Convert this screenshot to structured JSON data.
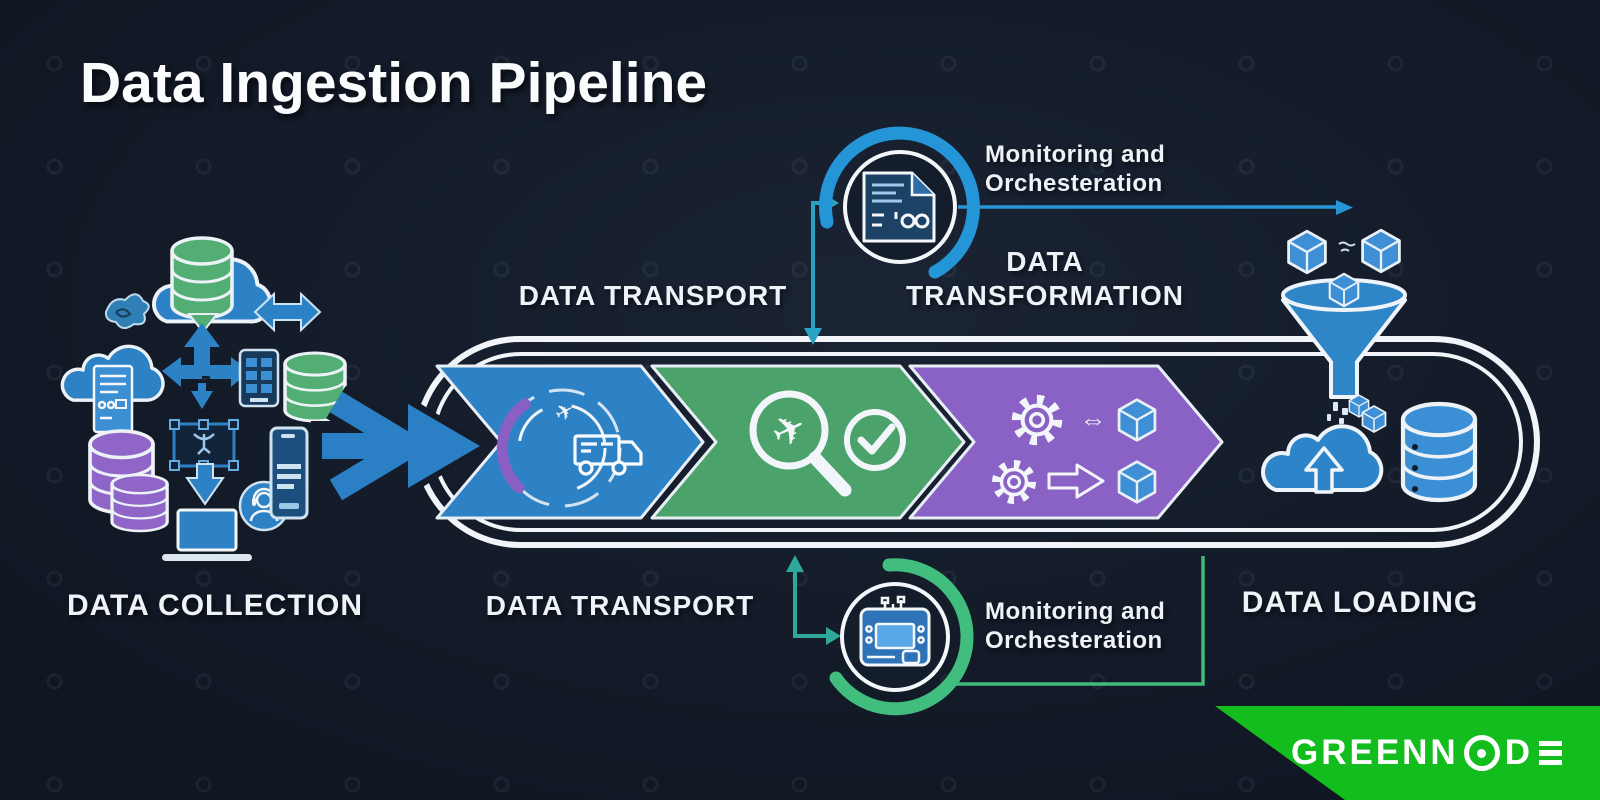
{
  "title": "Data Ingestion Pipeline",
  "labels": {
    "collection": "DATA COLLECTION",
    "transport_top": "DATA TRANSPORT",
    "transport_bottom": "DATA TRANSPORT",
    "transformation_line1": "DATA",
    "transformation_line2": "TRANSFORMATION",
    "loading": "DATA LOADING"
  },
  "monitoring_top": {
    "line1": "Monitoring and",
    "line2": "Orchesteration"
  },
  "monitoring_bottom": {
    "line1": "Monitoring and",
    "line2": "Orchesteration"
  },
  "brand": {
    "name": "GREENNODE",
    "wordmark_prefix": "GREENN",
    "wordmark_mid": "D"
  },
  "icons": {
    "plane": "✈",
    "sync_arrow": "⇔"
  },
  "colors": {
    "background": "#141c2a",
    "pipeline_blue": "#2d82c5",
    "pipeline_green": "#4ba26a",
    "pipeline_purple": "#8a61c4",
    "connector_teal": "#2aa2c2",
    "connector_green": "#3fbc7c",
    "monitor_arc_blue": "#2496d8",
    "monitor_arc_green": "#41bd7e",
    "brand_green": "#12bd1d",
    "text_white": "#f2f5f8"
  }
}
